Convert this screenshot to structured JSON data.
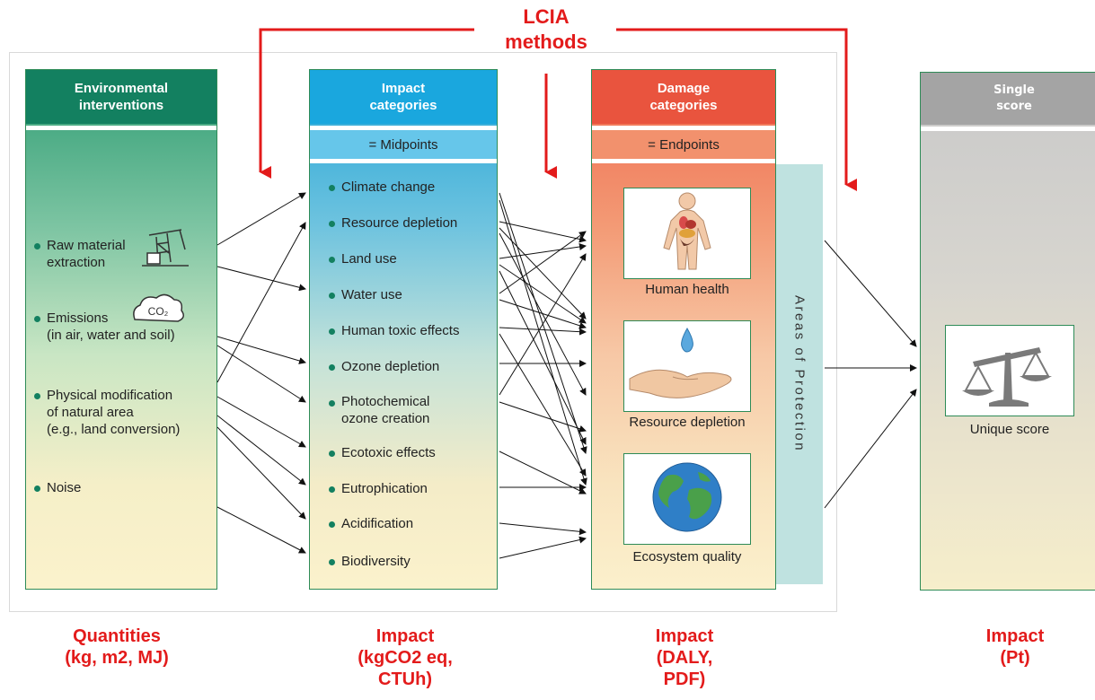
{
  "header": {
    "title_line1": "LCIA",
    "title_line2": "methods"
  },
  "columns": {
    "environmental": {
      "title_line1": "Environmental",
      "title_line2": "interventions",
      "items": [
        {
          "line1": "Raw material",
          "line2": "extraction"
        },
        {
          "line1": "Emissions",
          "line2": "(in air, water and soil)"
        },
        {
          "line1": "Physical modification",
          "line2": "of natural area",
          "line3": "(e.g., land conversion)"
        },
        {
          "line1": "Noise"
        }
      ],
      "co2_label": "CO₂"
    },
    "impact": {
      "title_line1": "Impact",
      "title_line2": "categories",
      "subtitle": "= Midpoints",
      "items": [
        "Climate change",
        "Resource depletion",
        "Land use",
        "Water use",
        "Human toxic effects",
        "Ozone depletion",
        "Photochemical",
        "ozone creation",
        "Ecotoxic effects",
        "Eutrophication",
        "Acidification",
        "Biodiversity"
      ]
    },
    "damage": {
      "title_line1": "Damage",
      "title_line2": "categories",
      "subtitle": "= Endpoints",
      "cards": [
        "Human health",
        "Resource depletion",
        "Ecosystem quality"
      ]
    },
    "single": {
      "title_line1": "Single",
      "title_line2": "score",
      "card": "Unique score"
    }
  },
  "areas_of_protection": "Areas of Protection",
  "footer": {
    "quantities": {
      "line1": "Quantities",
      "line2": "(kg, m2, MJ)"
    },
    "impact_mid": {
      "line1": "Impact",
      "line2": "(kgCO2 eq,",
      "line3": "CTUh)"
    },
    "impact_end": {
      "line1": "Impact",
      "line2": "(DALY,",
      "line3": "PDF)"
    },
    "impact_single": {
      "line1": "Impact",
      "line2": "(Pt)"
    }
  },
  "colors": {
    "accent_red": "#e31b1b",
    "env_green": "#138060",
    "impact_blue": "#1aa7de",
    "damage_orange": "#e9543e",
    "single_gray": "#a4a4a4"
  }
}
